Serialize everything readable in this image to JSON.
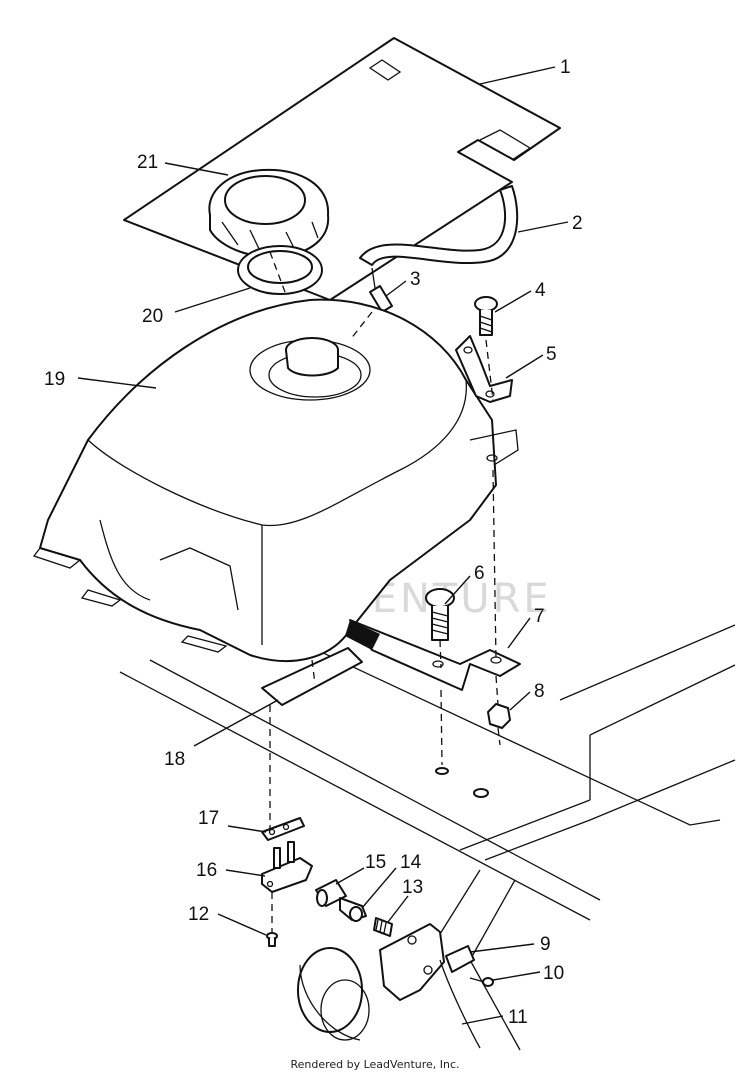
{
  "diagram": {
    "parts": [
      {
        "number": "1",
        "part": "pad"
      },
      {
        "number": "2",
        "part": "vent-hose"
      },
      {
        "number": "3",
        "part": "vent-fitting"
      },
      {
        "number": "4",
        "part": "bolt"
      },
      {
        "number": "5",
        "part": "bracket"
      },
      {
        "number": "6",
        "part": "bolt"
      },
      {
        "number": "7",
        "part": "strap-bracket"
      },
      {
        "number": "8",
        "part": "nut"
      },
      {
        "number": "9",
        "part": "knob"
      },
      {
        "number": "10",
        "part": "screw"
      },
      {
        "number": "11",
        "part": "frame-bracket"
      },
      {
        "number": "12",
        "part": "screw"
      },
      {
        "number": "13",
        "part": "spring"
      },
      {
        "number": "14",
        "part": "washer"
      },
      {
        "number": "15",
        "part": "shaft"
      },
      {
        "number": "16",
        "part": "fuel-valve"
      },
      {
        "number": "17",
        "part": "plate"
      },
      {
        "number": "18",
        "part": "pad"
      },
      {
        "number": "19",
        "part": "fuel-tank"
      },
      {
        "number": "20",
        "part": "gasket"
      },
      {
        "number": "21",
        "part": "fuel-cap"
      }
    ],
    "watermark": "LEADVENTURE"
  },
  "footer": {
    "text": "Rendered by LeadVenture, Inc."
  }
}
